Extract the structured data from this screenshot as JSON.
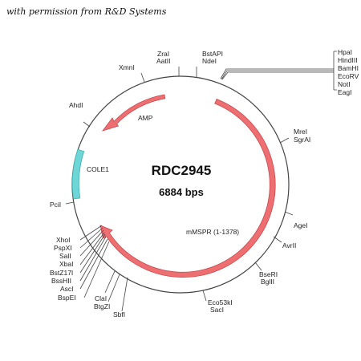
{
  "credit": "with permission from R&D Systems",
  "plasmid": {
    "name": "RDC2945",
    "size": "6884 bps"
  },
  "features": {
    "amp": "AMP",
    "cole1": "COLE1",
    "mmspr": "mMSPR (1-1378)"
  },
  "sites": {
    "zral": "ZraI",
    "aatii": "AatII",
    "bstapi": "BstAPI",
    "ndei": "NdeI",
    "xmni": "XmnI",
    "ahdi": "AhdI",
    "pcii": "PciI",
    "xhoi": "XhoI",
    "pspxi": "PspXI",
    "sali": "SalI",
    "xbai": "XbaI",
    "bstz17i": "BstZ17I",
    "bsshii": "BssHII",
    "asci": "AscI",
    "bspei": "BspEI",
    "clai": "ClaI",
    "btgzi": "BtgZI",
    "sbfi": "SbfI",
    "eco53ki": "Eco53kI",
    "saci": "SacI",
    "bseri": "BseRI",
    "bglii": "BglII",
    "avrii": "AvrII",
    "agei": "AgeI",
    "mrei": "MreI",
    "sgrai": "SgrAI",
    "hpai": "HpaI",
    "hindiii": "HindIII",
    "bamhi": "BamHI",
    "ecorv": "EcoRV",
    "noti": "NotI",
    "eagi": "EagI"
  },
  "colors": {
    "backbone": "#444444",
    "amp_fill": "#ee6f72",
    "mmspr_fill": "#ee6f72",
    "cole1_fill": "#6dd6d6"
  }
}
